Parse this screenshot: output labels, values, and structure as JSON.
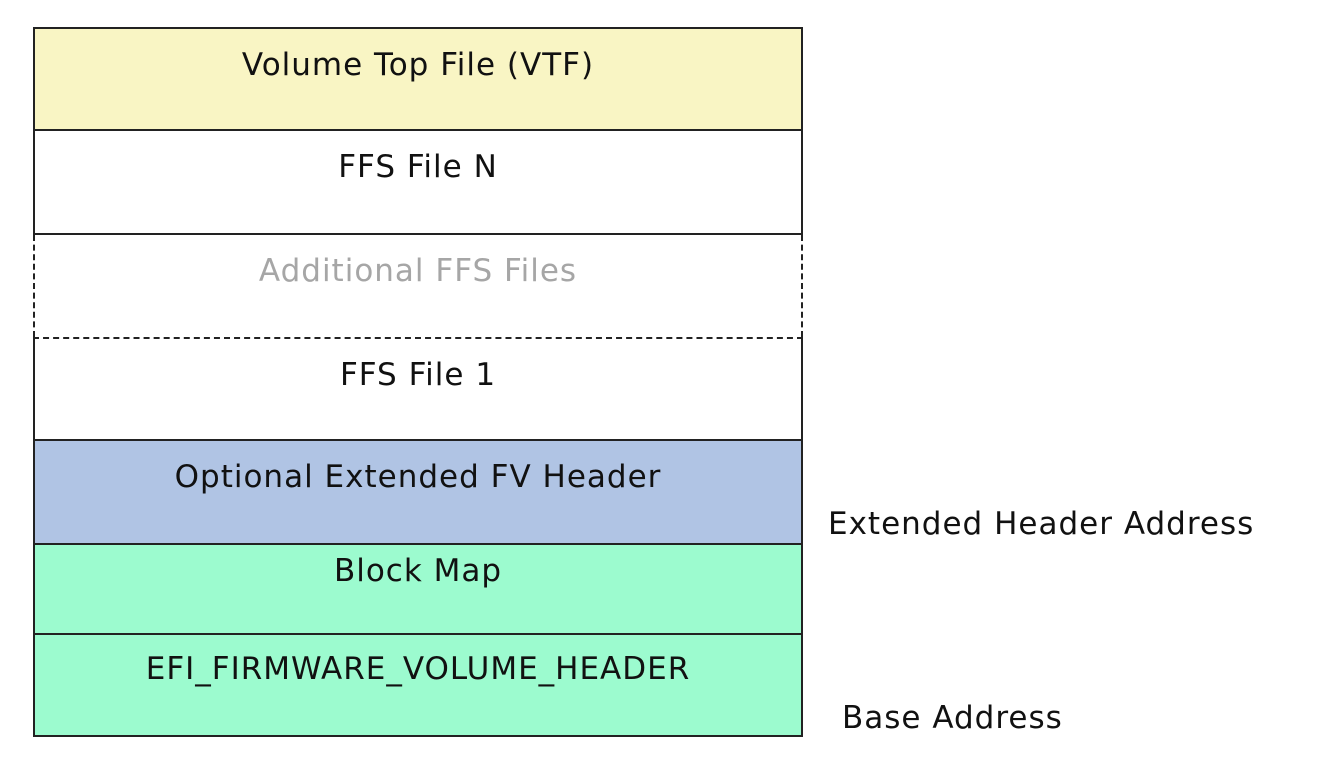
{
  "colors": {
    "vtf": "#f9f5c4",
    "ffs": "#ffffff",
    "extended_header": "#b0c4e4",
    "block_map": "#9cfbcf",
    "fv_header": "#9cfbcf",
    "additional_text": "#a6a6a6"
  },
  "layers": [
    {
      "key": "vtf",
      "label": "Volume Top File (VTF)"
    },
    {
      "key": "ffs_n",
      "label": "FFS File N"
    },
    {
      "key": "additional",
      "label": "Additional FFS Files"
    },
    {
      "key": "ffs_1",
      "label": "FFS File 1"
    },
    {
      "key": "ext_header",
      "label": "Optional Extended FV Header"
    },
    {
      "key": "block_map",
      "label": "Block Map"
    },
    {
      "key": "fv_header",
      "label": "EFI_FIRMWARE_VOLUME_HEADER"
    }
  ],
  "address_labels": {
    "extended_header": "Extended Header Address",
    "base": "Base Address"
  }
}
